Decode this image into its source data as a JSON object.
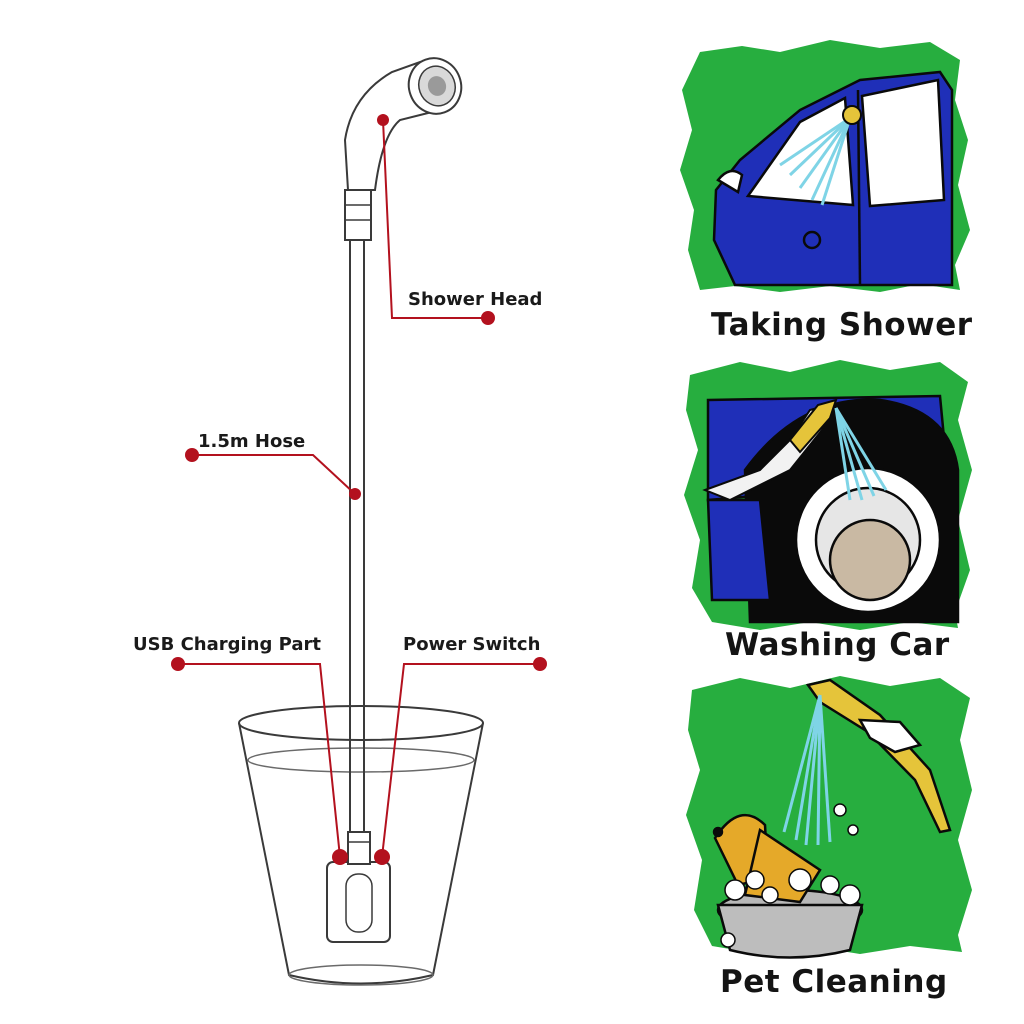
{
  "diagram": {
    "callouts": [
      {
        "id": "shower-head",
        "label": "Shower Head"
      },
      {
        "id": "hose",
        "label": "1.5m Hose"
      },
      {
        "id": "usb",
        "label": "USB Charging Part"
      },
      {
        "id": "switch",
        "label": "Power Switch"
      }
    ]
  },
  "panels": [
    {
      "id": "shower",
      "caption": "Taking Shower"
    },
    {
      "id": "car",
      "caption": "Washing Car"
    },
    {
      "id": "pet",
      "caption": "Pet Cleaning"
    }
  ],
  "colors": {
    "callout": "#b3111e",
    "outline": "#3a3a3a",
    "panel_green": "#27ae3f",
    "car_blue": "#1f2fb8",
    "water": "#7fd4e6",
    "dog": "#e5a929"
  }
}
